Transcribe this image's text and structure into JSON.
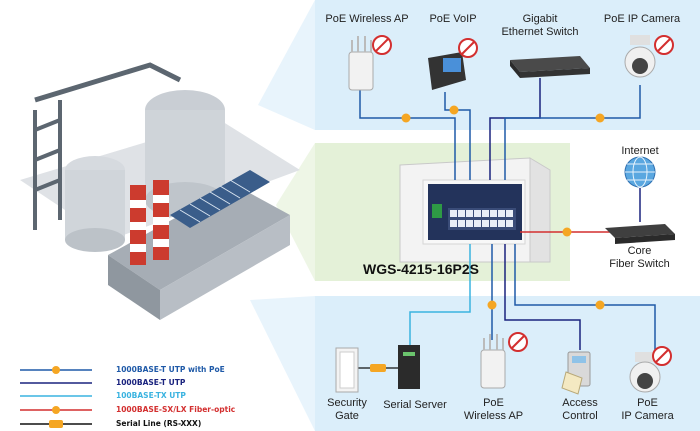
{
  "switch_model": "WGS-4215-16P2S",
  "devices": {
    "poe_wireless_ap_top": "PoE Wireless AP",
    "poe_voip": "PoE VoIP",
    "gigabit_switch": "Gigabit\nEthernet Switch",
    "poe_ip_camera_top": "PoE IP Camera",
    "internet": "Internet",
    "core_fiber_switch": "Core\nFiber Switch",
    "security_gate": "Security\nGate",
    "serial_server": "Serial Server",
    "poe_wireless_ap_bottom": "PoE\nWireless AP",
    "access_control": "Access\nControl",
    "poe_ip_camera_bottom": "PoE\nIP Camera"
  },
  "legend": [
    {
      "label": "1000BASE-T UTP with PoE",
      "color": "#1f5aa8",
      "text_color": "#1f5aa8"
    },
    {
      "label": "1000BASE-T UTP",
      "color": "#1a237e",
      "text_color": "#1a237e"
    },
    {
      "label": "100BASE-TX UTP",
      "color": "#3ab3e0",
      "text_color": "#3ab3e0"
    },
    {
      "label": "1000BASE-SX/LX Fiber-optic",
      "color": "#d32f2f",
      "text_color": "#d32f2f"
    },
    {
      "label": "Serial Line (RS-XXX)",
      "color": "#111111",
      "text_color": "#111111"
    }
  ],
  "colors": {
    "panel_blue": "#dbeefa",
    "panel_green": "#e4f1d8",
    "poe_badge": "#f5a623"
  }
}
